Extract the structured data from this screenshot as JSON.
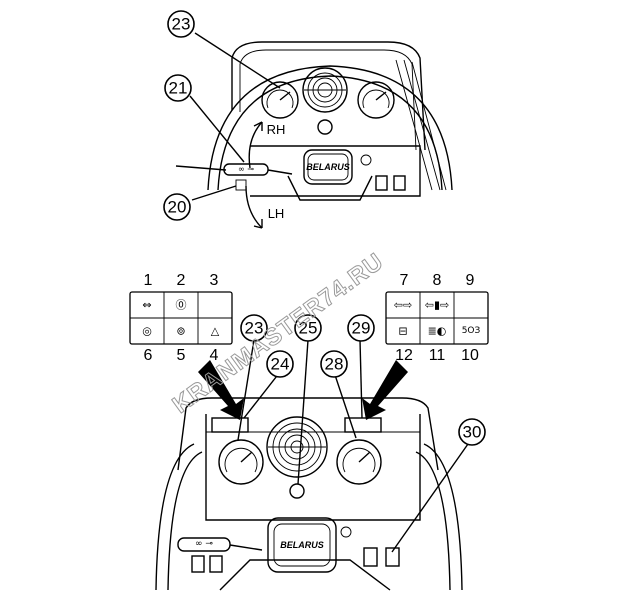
{
  "top_view": {
    "callouts": [
      "23",
      "21",
      "20"
    ],
    "directions": {
      "right": "RH",
      "left": "LH"
    },
    "logo": "BELARUS"
  },
  "warning_panels": {
    "left": {
      "top_numbers": [
        "1",
        "2",
        "3"
      ],
      "bottom_numbers": [
        "6",
        "5",
        "4"
      ]
    },
    "right": {
      "top_numbers": [
        "7",
        "8",
        "9"
      ],
      "bottom_numbers": [
        "12",
        "11",
        "10"
      ],
      "fuel_label": "5ОЗ"
    }
  },
  "bottom_view": {
    "callouts": [
      "23",
      "24",
      "25",
      "28",
      "29",
      "30"
    ],
    "logo": "BELARUS"
  },
  "watermark": "KRANMASTER74.RU"
}
